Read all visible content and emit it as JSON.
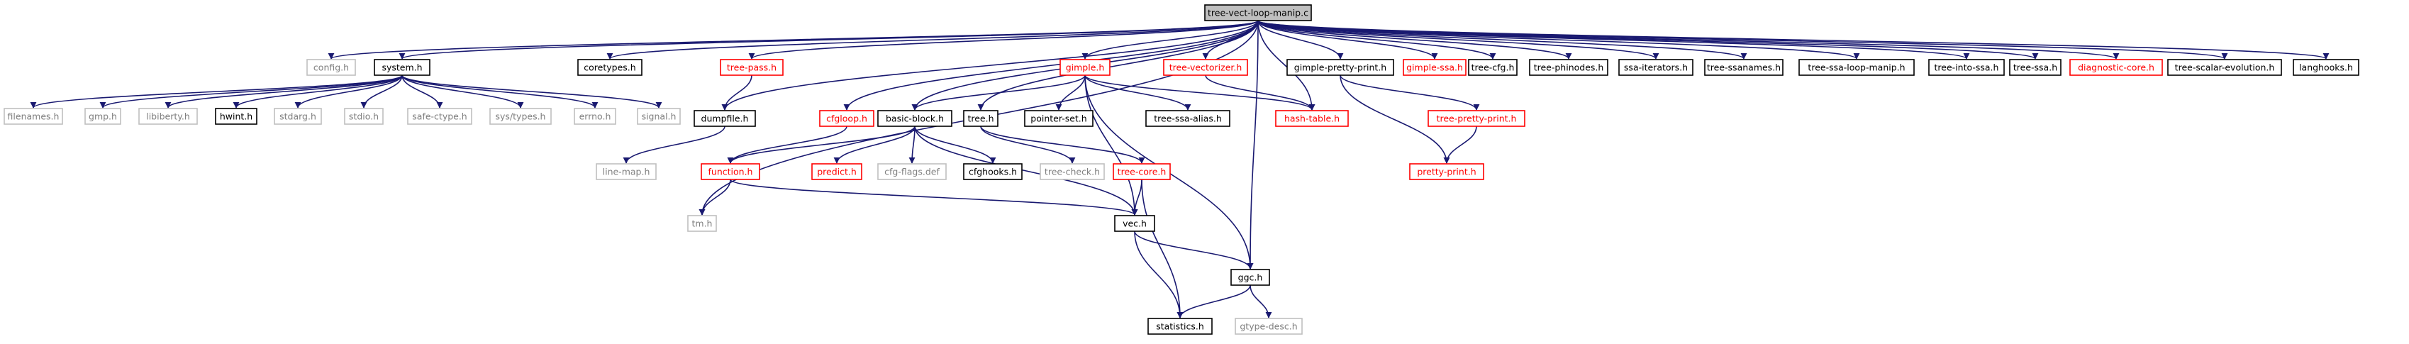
{
  "graph_title": "tree-vect-loop-manip.c",
  "colors": {
    "edge": "#191970",
    "plain_border": "#000000",
    "plain_text": "#000000",
    "missing_border": "#bfbfbf",
    "missing_text": "#7f7f7f",
    "truncated_border": "#ff0000",
    "truncated_text": "#ff0000",
    "root_fill": "#bfbfbf"
  },
  "nodes": [
    {
      "id": "root",
      "label": "tree-vect-loop-manip.c",
      "style": "root"
    },
    {
      "id": "config_h",
      "label": "config.h",
      "style": "missing"
    },
    {
      "id": "system_h",
      "label": "system.h",
      "style": "plain"
    },
    {
      "id": "coretypes_h",
      "label": "coretypes.h",
      "style": "plain"
    },
    {
      "id": "tree_pass_h",
      "label": "tree-pass.h",
      "style": "truncated"
    },
    {
      "id": "gimple_h",
      "label": "gimple.h",
      "style": "truncated"
    },
    {
      "id": "tree_vectorizer_h",
      "label": "tree-vectorizer.h",
      "style": "truncated"
    },
    {
      "id": "gimple_pretty_print_h",
      "label": "gimple-pretty-print.h",
      "style": "plain"
    },
    {
      "id": "gimple_ssa_h",
      "label": "gimple-ssa.h",
      "style": "truncated"
    },
    {
      "id": "tree_cfg_h",
      "label": "tree-cfg.h",
      "style": "plain"
    },
    {
      "id": "tree_phinodes_h",
      "label": "tree-phinodes.h",
      "style": "plain"
    },
    {
      "id": "ssa_iterators_h",
      "label": "ssa-iterators.h",
      "style": "plain"
    },
    {
      "id": "tree_ssanames_h",
      "label": "tree-ssanames.h",
      "style": "plain"
    },
    {
      "id": "tree_ssa_loop_manip_h",
      "label": "tree-ssa-loop-manip.h",
      "style": "plain"
    },
    {
      "id": "tree_into_ssa_h",
      "label": "tree-into-ssa.h",
      "style": "plain"
    },
    {
      "id": "tree_ssa_h",
      "label": "tree-ssa.h",
      "style": "plain"
    },
    {
      "id": "diagnostic_core_h",
      "label": "diagnostic-core.h",
      "style": "truncated"
    },
    {
      "id": "tree_scalar_evolution_h",
      "label": "tree-scalar-evolution.h",
      "style": "plain"
    },
    {
      "id": "langhooks_h",
      "label": "langhooks.h",
      "style": "plain"
    },
    {
      "id": "filenames_h",
      "label": "filenames.h",
      "style": "missing"
    },
    {
      "id": "gmp_h",
      "label": "gmp.h",
      "style": "missing"
    },
    {
      "id": "libiberty_h",
      "label": "libiberty.h",
      "style": "missing"
    },
    {
      "id": "hwint_h",
      "label": "hwint.h",
      "style": "plain"
    },
    {
      "id": "stdarg_h",
      "label": "stdarg.h",
      "style": "missing"
    },
    {
      "id": "stdio_h",
      "label": "stdio.h",
      "style": "missing"
    },
    {
      "id": "safe_ctype_h",
      "label": "safe-ctype.h",
      "style": "missing"
    },
    {
      "id": "sys_types_h",
      "label": "sys/types.h",
      "style": "missing"
    },
    {
      "id": "errno_h",
      "label": "errno.h",
      "style": "missing"
    },
    {
      "id": "signal_h",
      "label": "signal.h",
      "style": "missing"
    },
    {
      "id": "dumpfile_h",
      "label": "dumpfile.h",
      "style": "plain"
    },
    {
      "id": "cfgloop_h",
      "label": "cfgloop.h",
      "style": "truncated"
    },
    {
      "id": "basic_block_h",
      "label": "basic-block.h",
      "style": "plain"
    },
    {
      "id": "tree_h",
      "label": "tree.h",
      "style": "plain"
    },
    {
      "id": "pointer_set_h",
      "label": "pointer-set.h",
      "style": "plain"
    },
    {
      "id": "tree_ssa_alias_h",
      "label": "tree-ssa-alias.h",
      "style": "plain"
    },
    {
      "id": "hash_table_h",
      "label": "hash-table.h",
      "style": "truncated"
    },
    {
      "id": "tree_pretty_print_h",
      "label": "tree-pretty-print.h",
      "style": "truncated"
    },
    {
      "id": "pretty_print_h",
      "label": "pretty-print.h",
      "style": "truncated"
    },
    {
      "id": "line_map_h",
      "label": "line-map.h",
      "style": "missing"
    },
    {
      "id": "function_h",
      "label": "function.h",
      "style": "truncated"
    },
    {
      "id": "predict_h",
      "label": "predict.h",
      "style": "truncated"
    },
    {
      "id": "cfg_flags_def",
      "label": "cfg-flags.def",
      "style": "missing"
    },
    {
      "id": "cfghooks_h",
      "label": "cfghooks.h",
      "style": "plain"
    },
    {
      "id": "tree_check_h",
      "label": "tree-check.h",
      "style": "missing"
    },
    {
      "id": "tree_core_h",
      "label": "tree-core.h",
      "style": "truncated"
    },
    {
      "id": "tm_h",
      "label": "tm.h",
      "style": "missing"
    },
    {
      "id": "vec_h",
      "label": "vec.h",
      "style": "plain"
    },
    {
      "id": "ggc_h",
      "label": "ggc.h",
      "style": "plain"
    },
    {
      "id": "statistics_h",
      "label": "statistics.h",
      "style": "plain"
    },
    {
      "id": "gtype_desc_h",
      "label": "gtype-desc.h",
      "style": "missing"
    }
  ],
  "edges": [
    [
      "root",
      "config_h"
    ],
    [
      "root",
      "system_h"
    ],
    [
      "root",
      "coretypes_h"
    ],
    [
      "root",
      "tree_pass_h"
    ],
    [
      "root",
      "gimple_h"
    ],
    [
      "root",
      "tree_vectorizer_h"
    ],
    [
      "root",
      "gimple_pretty_print_h"
    ],
    [
      "root",
      "gimple_ssa_h"
    ],
    [
      "root",
      "tree_cfg_h"
    ],
    [
      "root",
      "tree_phinodes_h"
    ],
    [
      "root",
      "ssa_iterators_h"
    ],
    [
      "root",
      "tree_ssanames_h"
    ],
    [
      "root",
      "tree_ssa_loop_manip_h"
    ],
    [
      "root",
      "tree_into_ssa_h"
    ],
    [
      "root",
      "tree_ssa_h"
    ],
    [
      "root",
      "diagnostic_core_h"
    ],
    [
      "root",
      "tree_scalar_evolution_h"
    ],
    [
      "root",
      "langhooks_h"
    ],
    [
      "root",
      "dumpfile_h"
    ],
    [
      "root",
      "cfgloop_h"
    ],
    [
      "root",
      "basic_block_h"
    ],
    [
      "root",
      "tree_h"
    ],
    [
      "root",
      "tm_h"
    ],
    [
      "root",
      "ggc_h"
    ],
    [
      "root",
      "hash_table_h"
    ],
    [
      "system_h",
      "filenames_h"
    ],
    [
      "system_h",
      "gmp_h"
    ],
    [
      "system_h",
      "libiberty_h"
    ],
    [
      "system_h",
      "hwint_h"
    ],
    [
      "system_h",
      "stdarg_h"
    ],
    [
      "system_h",
      "stdio_h"
    ],
    [
      "system_h",
      "safe_ctype_h"
    ],
    [
      "system_h",
      "sys_types_h"
    ],
    [
      "system_h",
      "errno_h"
    ],
    [
      "system_h",
      "signal_h"
    ],
    [
      "tree_pass_h",
      "dumpfile_h"
    ],
    [
      "dumpfile_h",
      "line_map_h"
    ],
    [
      "gimple_h",
      "basic_block_h"
    ],
    [
      "gimple_h",
      "pointer_set_h"
    ],
    [
      "gimple_h",
      "tree_ssa_alias_h"
    ],
    [
      "gimple_h",
      "hash_table_h"
    ],
    [
      "gimple_h",
      "vec_h"
    ],
    [
      "gimple_h",
      "ggc_h"
    ],
    [
      "tree_vectorizer_h",
      "hash_table_h"
    ],
    [
      "gimple_pretty_print_h",
      "tree_pretty_print_h"
    ],
    [
      "gimple_pretty_print_h",
      "pretty_print_h"
    ],
    [
      "tree_pretty_print_h",
      "pretty_print_h"
    ],
    [
      "cfgloop_h",
      "function_h"
    ],
    [
      "basic_block_h",
      "function_h"
    ],
    [
      "basic_block_h",
      "predict_h"
    ],
    [
      "basic_block_h",
      "cfg_flags_def"
    ],
    [
      "basic_block_h",
      "cfghooks_h"
    ],
    [
      "basic_block_h",
      "vec_h"
    ],
    [
      "tree_h",
      "tree_check_h"
    ],
    [
      "tree_h",
      "tree_core_h"
    ],
    [
      "function_h",
      "tm_h"
    ],
    [
      "function_h",
      "vec_h"
    ],
    [
      "tree_core_h",
      "vec_h"
    ],
    [
      "tree_core_h",
      "statistics_h"
    ],
    [
      "vec_h",
      "ggc_h"
    ],
    [
      "vec_h",
      "statistics_h"
    ],
    [
      "ggc_h",
      "statistics_h"
    ],
    [
      "ggc_h",
      "gtype_desc_h"
    ]
  ]
}
